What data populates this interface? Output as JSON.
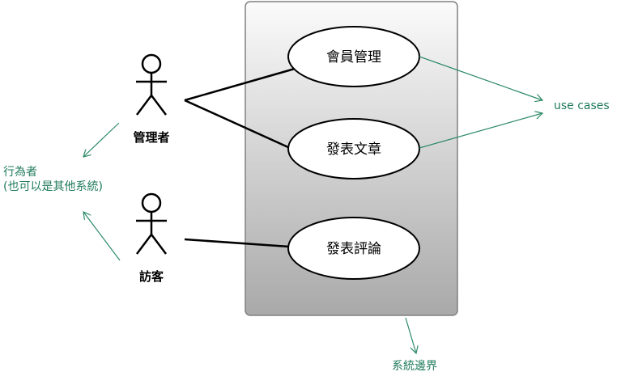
{
  "system_boundary_color": "#808080",
  "annotation_color": "#2e8b68",
  "actors": [
    {
      "id": "admin",
      "label": "管理者"
    },
    {
      "id": "visitor",
      "label": "訪客"
    }
  ],
  "use_cases": [
    {
      "id": "member-management",
      "label": "會員管理"
    },
    {
      "id": "publish-article",
      "label": "發表文章"
    },
    {
      "id": "post-comment",
      "label": "發表評論"
    }
  ],
  "annotations": {
    "use_cases_label": "use cases",
    "actor_label_line1": "行為者",
    "actor_label_line2": "(也可以是其他系統)",
    "boundary_label": "系統邊界"
  }
}
